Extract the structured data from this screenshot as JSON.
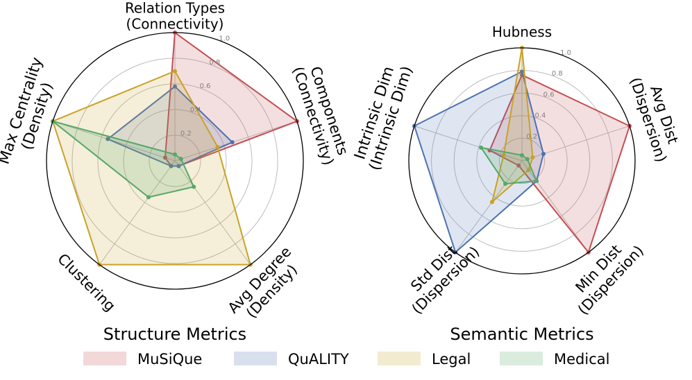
{
  "colors": {
    "MuSiQue": "#c44e52",
    "QuALITY": "#4c72b0",
    "Legal": "#c9a227",
    "Medical": "#55a868"
  },
  "legend": [
    "MuSiQue",
    "QuALITY",
    "Legal",
    "Medical"
  ],
  "chart_data": [
    {
      "type": "radar",
      "title": "Structure Metrics",
      "axes": [
        "Relation Types\n(Connectivity)",
        "Components\n(Connectivity)",
        "Avg Degree\n(Density)",
        "Clustering",
        "Max Centrality\n(Density)"
      ],
      "rlim": [
        0,
        1
      ],
      "rticks": [
        "0.2",
        "0.4",
        "0.6",
        "0.8",
        "1.0"
      ],
      "series": [
        {
          "name": "MuSiQue",
          "values": [
            1.0,
            1.0,
            0.05,
            0.05,
            0.08
          ]
        },
        {
          "name": "QuALITY",
          "values": [
            0.58,
            0.47,
            0.05,
            0.05,
            0.55
          ]
        },
        {
          "name": "Legal",
          "values": [
            0.7,
            0.35,
            1.0,
            1.0,
            1.0
          ]
        },
        {
          "name": "Medical",
          "values": [
            0.05,
            0.05,
            0.25,
            0.35,
            1.0
          ]
        }
      ]
    },
    {
      "type": "radar",
      "title": "Semantic Metrics",
      "axes": [
        "Hubness",
        "Avg Dist\n(Dispersion)",
        "Min Dist\n(Dispersion)",
        "Std Dist\n(Dispersion)",
        "Intrinsic Dim\n(Intrinsic Dim)"
      ],
      "rlim": [
        0,
        1
      ],
      "rticks": [
        "0.2",
        "0.4",
        "0.6",
        "0.8",
        "1.0"
      ],
      "series": [
        {
          "name": "MuSiQue",
          "values": [
            0.76,
            1.0,
            1.0,
            0.05,
            0.3
          ]
        },
        {
          "name": "QuALITY",
          "values": [
            0.79,
            0.2,
            0.22,
            1.0,
            1.0
          ]
        },
        {
          "name": "Legal",
          "values": [
            1.0,
            0.1,
            0.1,
            0.45,
            0.17
          ]
        },
        {
          "name": "Medical",
          "values": [
            0.05,
            0.05,
            0.22,
            0.25,
            0.38
          ]
        }
      ]
    }
  ]
}
